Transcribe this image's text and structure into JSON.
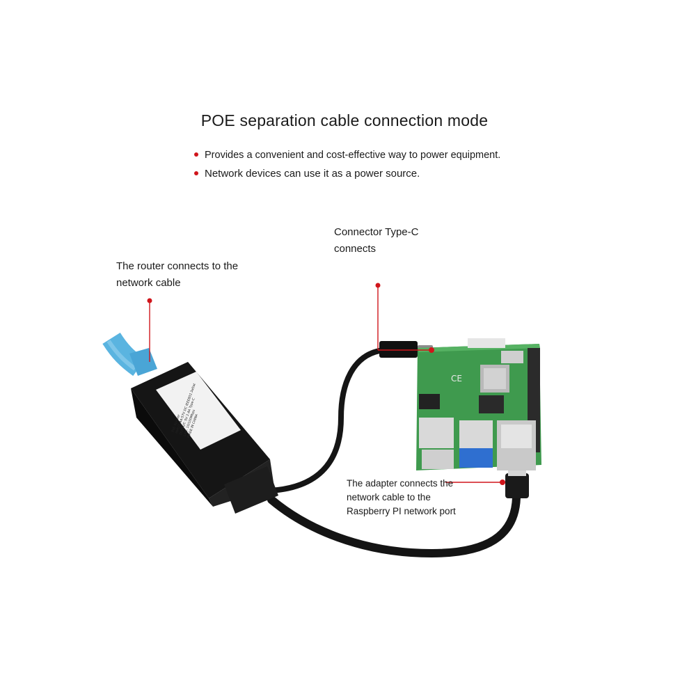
{
  "title": "POE separation cable connection mode",
  "bullets": [
    "Provides a convenient and cost-effective way to power equipment.",
    "Network devices can use it as a power source."
  ],
  "callouts": {
    "router": [
      "The router connects to the",
      "network cable"
    ],
    "type_c": [
      "Connector Type-C",
      "connects"
    ],
    "adapter": [
      "The adapter connects the",
      "network cable to the",
      "Raspberry PI network port"
    ]
  },
  "psu_label_lines": [
    "PoE Splitter",
    "INPUT: 44-57V DC IEEE802.3af/at",
    "OUTPUT: 5V 2.4A Type-C",
    "LAN: 10/100Mbps",
    "MADE IN CHINA"
  ],
  "colors": {
    "accent_red": "#d0151b",
    "cable_blue": "#5ab4e0",
    "pcb_green": "#3f9a4e",
    "housing_black": "#141414"
  },
  "icons": [
    "red-dot-icon",
    "ce-mark-icon"
  ]
}
